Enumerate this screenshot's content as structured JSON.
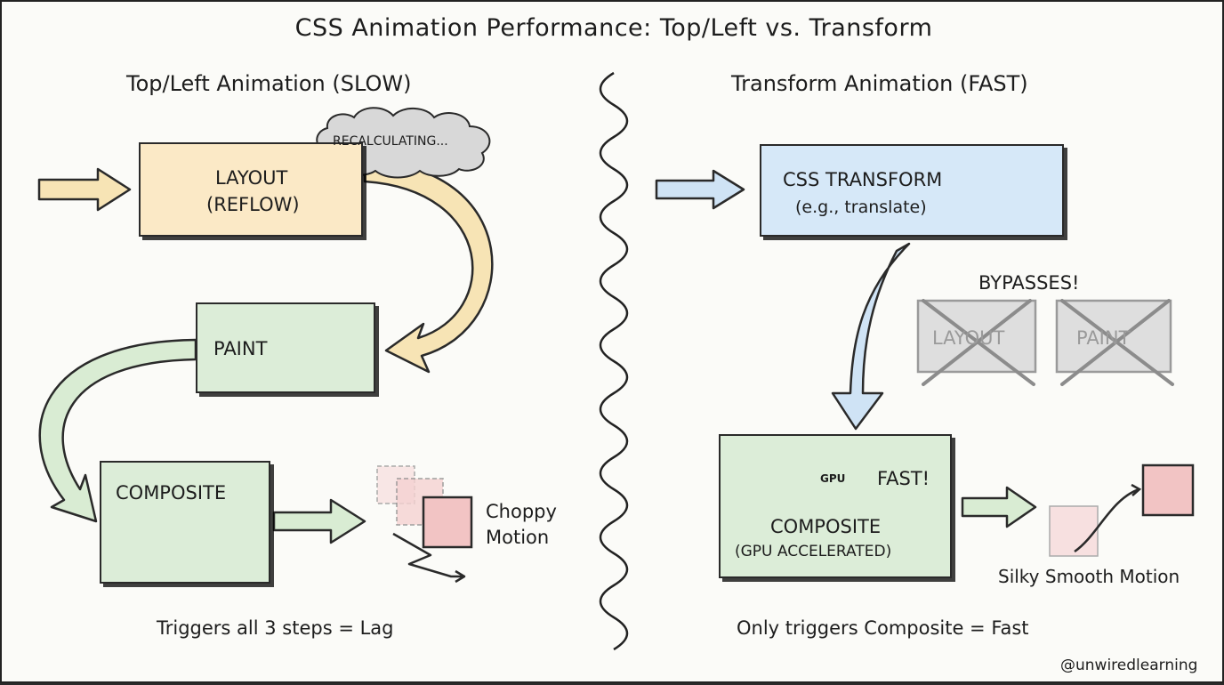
{
  "title": "CSS Animation Performance: Top/Left vs. Transform",
  "left": {
    "heading": "Top/Left Animation (SLOW)",
    "thought_bubble": "RECALCULATING...",
    "layout_box": {
      "line1": "LAYOUT",
      "line2": "(REFLOW)"
    },
    "paint_box": {
      "label": "PAINT"
    },
    "composite_box": {
      "label": "COMPOSITE"
    },
    "motion_label": {
      "line1": "Choppy",
      "line2": "Motion"
    },
    "footer": "Triggers all 3 steps = Lag"
  },
  "right": {
    "heading": "Transform Animation (FAST)",
    "transform_box": {
      "line1": "CSS TRANSFORM",
      "line2": "(e.g., translate)"
    },
    "bypasses_label": "BYPASSES!",
    "bypassed_layout": "LAYOUT",
    "bypassed_paint": "PAINT",
    "composite_box": {
      "chip_label": "GPU",
      "fast_label": "FAST!",
      "line1": "COMPOSITE",
      "line2": "(GPU ACCELERATED)"
    },
    "motion_label": "Silky Smooth Motion",
    "footer": "Only triggers Composite = Fast"
  },
  "credit": "@unwiredlearning",
  "colors": {
    "layout_fill": "#fbe9c6",
    "paint_fill": "#dcedd8",
    "transform_fill": "#d6e8f8",
    "bypassed_fill": "#dedede",
    "square_fill": "#f2c4c4",
    "arrow_yellow": "#f7e4b5",
    "arrow_green": "#d9ecd3",
    "arrow_blue": "#cfe3f5"
  }
}
